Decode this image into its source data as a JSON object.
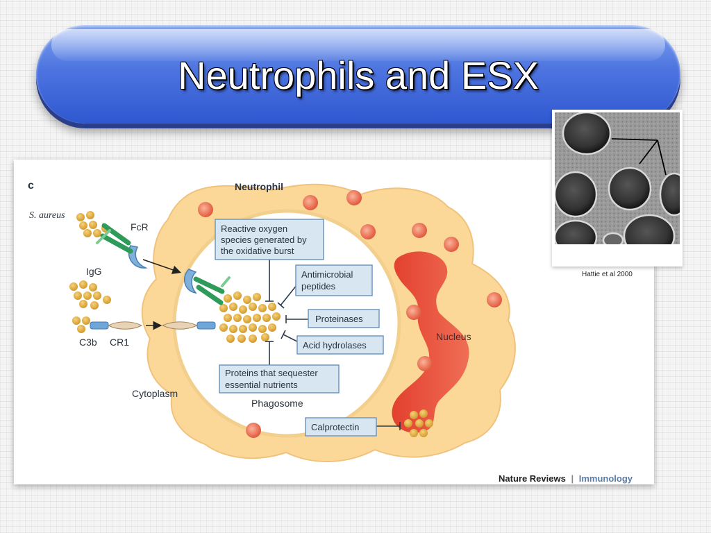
{
  "slide": {
    "title": "Neutrophils and ESX"
  },
  "figure": {
    "panel_letter": "c",
    "labels": {
      "neutrophil": "Neutrophil",
      "s_aureus": "S. aureus",
      "fcr": "FcR",
      "igg": "IgG",
      "c3b": "C3b",
      "cr1": "CR1",
      "cytoplasm": "Cytoplasm",
      "phagosome": "Phagosome",
      "nucleus": "Nucleus"
    },
    "boxes": {
      "ros_line1": "Reactive oxygen",
      "ros_line2": "species generated by",
      "ros_line3": "the oxidative burst",
      "amp_line1": "Antimicrobial",
      "amp_line2": "peptides",
      "proteinases": "Proteinases",
      "acid_hydrolases": "Acid hydrolases",
      "seq_line1": "Proteins that sequester",
      "seq_line2": "essential nutrients",
      "calprotectin": "Calprotectin"
    },
    "source_journal": "Nature Reviews",
    "source_separator": "|",
    "source_section": "Immunology"
  },
  "micrograph": {
    "caption": "Hattie et al 2000"
  },
  "colors": {
    "title_bar": "#4d74e0",
    "cytoplasm": "#fbd898",
    "granule": "#e46a4e",
    "nucleus": "#d9382b",
    "bacterium": "#d9a53a",
    "box_fill": "#d8e6f2",
    "box_stroke": "#6f97c0",
    "antibody": "#2e9b5a",
    "receptor": "#7fb0dc"
  }
}
